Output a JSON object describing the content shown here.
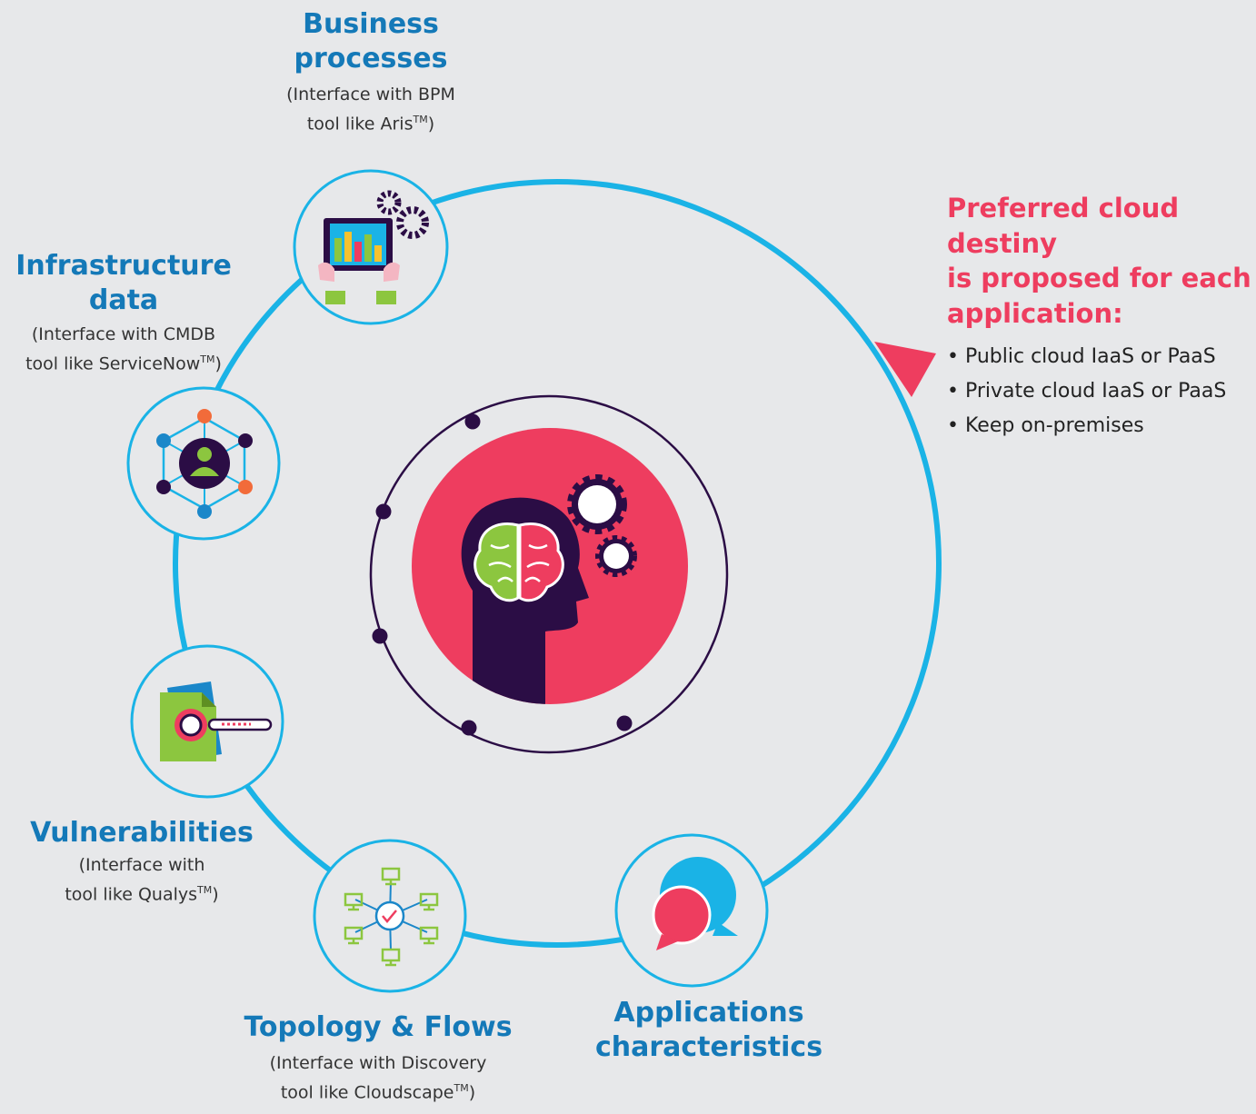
{
  "nodes": {
    "business": {
      "title": "Business\nprocesses",
      "sub_prefix": "(Interface with BPM\ntool like Aris",
      "tm": "TM",
      "sub_suffix": ")",
      "icon": "tablet-gears-icon"
    },
    "infrastructure": {
      "title": "Infrastructure\ndata",
      "sub_prefix": "(Interface with CMDB\ntool like ServiceNow",
      "tm": "TM",
      "sub_suffix": ")",
      "icon": "network-hexagon-icon"
    },
    "vulnerabilities": {
      "title": "Vulnerabilities",
      "sub_prefix": "(Interface with\ntool like Qualys",
      "tm": "TM",
      "sub_suffix": ")",
      "icon": "document-scan-icon"
    },
    "topology": {
      "title": "Topology & Flows",
      "sub_prefix": "(Interface with Discovery\ntool like Cloudscape",
      "tm": "TM",
      "sub_suffix": ")",
      "icon": "network-check-icon"
    },
    "applications": {
      "title": "Applications\ncharacteristics",
      "icon": "speech-bubbles-icon"
    }
  },
  "result": {
    "title": "Preferred cloud\ndestiny\nis proposed for each\napplication:",
    "items": [
      "• Public cloud IaaS or PaaS",
      "• Private cloud IaaS or PaaS",
      "• Keep on-premises"
    ]
  },
  "center": {
    "icon": "brain-head-gears-icon"
  },
  "colors": {
    "ring": "#1ab3e6",
    "accent": "#ee3d5f",
    "title": "#1479b8",
    "dark": "#2b0d45",
    "green": "#8cc63f",
    "orange": "#f26b3a",
    "blue": "#1b87c9"
  }
}
